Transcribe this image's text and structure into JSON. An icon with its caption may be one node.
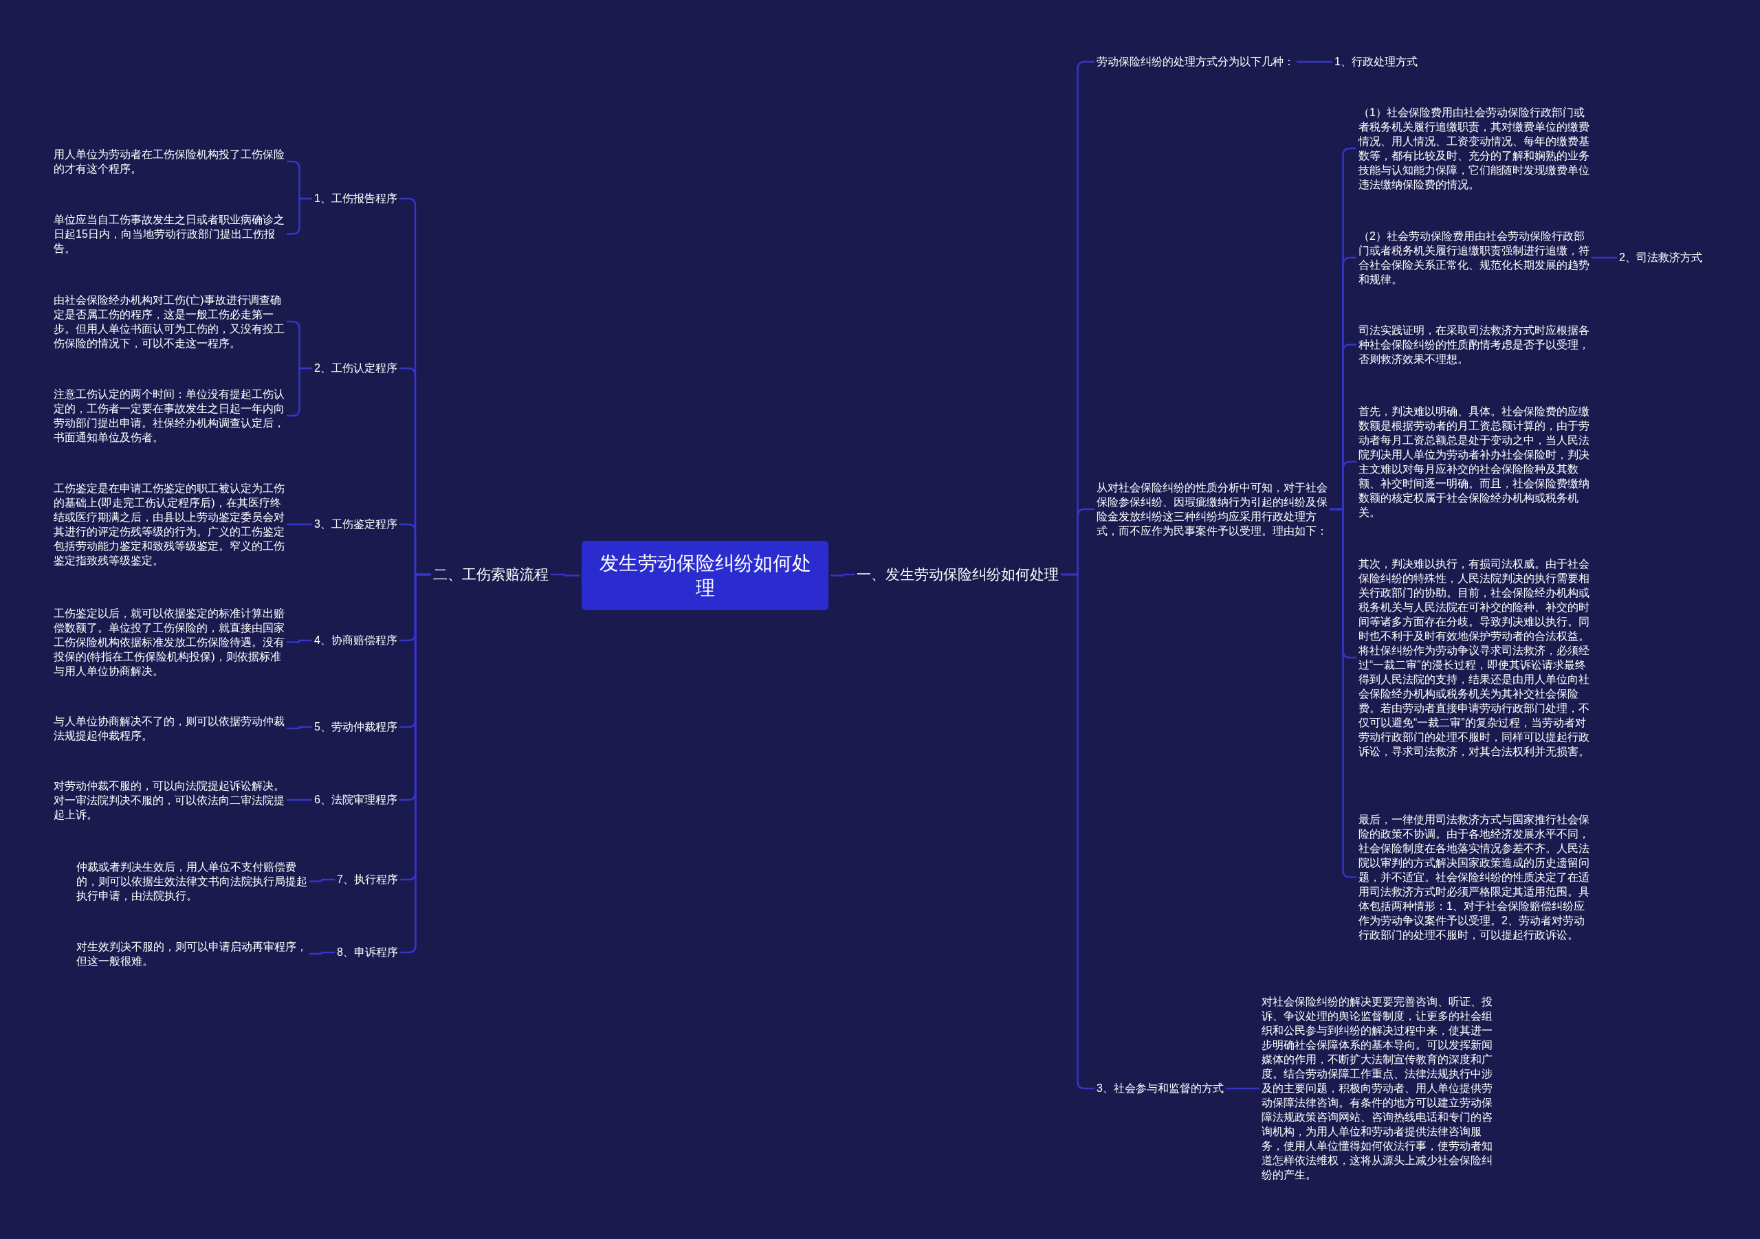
{
  "diagram": {
    "nodes": [
      {
        "text": [
          "发生劳动保险纠纷如何处理"
        ]
      },
      {
        "text": [
          "二、工伤索赔流程"
        ]
      },
      {
        "text": [
          "1、工伤报告程序"
        ]
      },
      {
        "text": [
          "用人单位为劳动者在工伤保险机构投了工伤保险的才有这个程序。"
        ]
      },
      {
        "text": [
          "单位应当自工伤事故发生之日或者职业病确诊之日起15日内，向当地劳动行政部门提出工伤报告。"
        ]
      },
      {
        "text": [
          "2、工伤认定程序"
        ]
      },
      {
        "text": [
          "由社会保险经办机构对工伤(亡)事故进行调查确定是否属工伤的程序，这是一般工伤必走第一步。但用人单位书面认可为工伤的，又没有投工伤保险的情况下，可以不走这一程序。"
        ]
      },
      {
        "text": [
          "注意工伤认定的两个时间：单位没有提起工伤认定的，工伤者一定要在事故发生之日起一年内向劳动部门提出申请。社保经办机构调查认定后，书面通知单位及伤者。"
        ]
      },
      {
        "text": [
          "3、工伤鉴定程序"
        ]
      },
      {
        "text": [
          "工伤鉴定是在申请工伤鉴定的职工被认定为工伤的基础上(即走完工伤认定程序后)，在其医疗终结或医疗期满之后，由县以上劳动鉴定委员会对其进行的评定伤残等级的行为。广义的工伤鉴定包括劳动能力鉴定和致残等级鉴定。窄义的工伤鉴定指致残等级鉴定。"
        ]
      },
      {
        "text": [
          "4、协商赔偿程序"
        ]
      },
      {
        "text": [
          "工伤鉴定以后，就可以依据鉴定的标准计算出赔偿数额了。单位投了工伤保险的，就直接由国家工伤保险机构依据标准发放工伤保险待遇。没有投保的(特指在工伤保险机构投保)，则依据标准与用人单位协商解决。"
        ]
      },
      {
        "text": [
          "5、劳动仲裁程序"
        ]
      },
      {
        "text": [
          "与人单位协商解决不了的，则可以依据劳动仲裁法规提起仲裁程序。"
        ]
      },
      {
        "text": [
          "6、法院审理程序"
        ]
      },
      {
        "text": [
          "对劳动仲裁不服的，可以向法院提起诉讼解决。对一审法院判决不服的，可以依法向二审法院提起上诉。"
        ]
      },
      {
        "text": [
          "7、执行程序"
        ]
      },
      {
        "text": [
          "仲裁或者判决生效后，用人单位不支付赔偿费的，则可以依据生效法律文书向法院执行局提起执行申请，由法院执行。"
        ]
      },
      {
        "text": [
          "8、申诉程序"
        ]
      },
      {
        "text": [
          "对生效判决不服的，则可以申请启动再审程序，但这一般很难。"
        ]
      },
      {
        "text": [
          "一、发生劳动保险纠纷如何处理"
        ]
      },
      {
        "text": [
          "劳动保险纠纷的处理方式分为以下几种："
        ]
      },
      {
        "text": [
          "1、行政处理方式"
        ]
      },
      {
        "text": [
          "从对社会保险纠纷的性质分析中可知，对于社会保险参保纠纷、因瑕疵缴纳行为引起的纠纷及保险金发放纠纷这三种纠纷均应采用行政处理方式，而不应作为民事案件予以受理。理由如下："
        ]
      },
      {
        "text": [
          "（1）社会保险费用由社会劳动保险行政部门或者税务机关履行追缴职责，其对缴费单位的缴费情况、用人情况、工资变动情况、每年的缴费基数等，都有比较及时、充分的了解和娴熟的业务技能与认知能力保障，它们能随时发现缴费单位违法缴纳保险费的情况。"
        ]
      },
      {
        "text": [
          "（2）社会劳动保险费用由社会劳动保险行政部门或者税务机关履行追缴职责强制进行追缴，符合社会保险关系正常化、规范化长期发展的趋势和规律。"
        ]
      },
      {
        "text": [
          "2、司法救济方式"
        ]
      },
      {
        "text": [
          "司法实践证明，在采取司法救济方式时应根据各种社会保险纠纷的性质酌情考虑是否予以受理，否则救济效果不理想。"
        ]
      },
      {
        "text": [
          "首先，判决难以明确、具体。社会保险费的应缴数额是根据劳动者的月工资总额计算的，由于劳动者每月工资总额总是处于变动之中，当人民法院判决用人单位为劳动者补办社会保险时，判决主文难以对每月应补交的社会保险险种及其数额、补交时间逐一明确。而且，社会保险费缴纳数额的核定权属于社会保险经办机构或税务机关。"
        ]
      },
      {
        "text": [
          "其次，判决难以执行，有损司法权威。由于社会保险纠纷的特殊性，人民法院判决的执行需要相关行政部门的协助。目前，社会保险经办机构或税务机关与人民法院在可补交的险种、补交的时间等诸多方面存在分歧。导致判决难以执行。同时也不利于及时有效地保护劳动者的合法权益。将社保纠纷作为劳动争议寻求司法救济，必须经过“一裁二审”的漫长过程，即使其诉讼请求最终得到人民法院的支持，结果还是由用人单位向社会保险经办机构或税务机关为其补交社会保险费。若由劳动者直接申请劳动行政部门处理，不仅可以避免“一裁二审”的复杂过程，当劳动者对劳动行政部门的处理不服时，同样可以提起行政诉讼，寻求司法救济，对其合法权利并无损害。"
        ]
      },
      {
        "text": [
          "最后，一律使用司法救济方式与国家推行社会保险的政策不协调。由于各地经济发展水平不同，社会保险制度在各地落实情况参差不齐。人民法院以审判的方式解决国家政策造成的历史遗留问题，并不适宜。社会保险纠纷的性质决定了在适用司法救济方式时必须严格限定其适用范围。具体包括两种情形：1、对于社会保险赔偿纠纷应作为劳动争议案件予以受理。2、劳动者对劳动行政部门的处理不服时，可以提起行政诉讼。"
        ]
      },
      {
        "text": [
          "3、社会参与和监督的方式"
        ]
      },
      {
        "text": [
          "对社会保险纠纷的解决更要完善咨询、听证、投诉、争议处理的舆论监督制度，让更多的社会组织和公民参与到纠纷的解决过程中来，使其进一步明确社会保障体系的基本导向。可以发挥新闻媒体的作用，不断扩大法制宣传教育的深度和广度。结合劳动保障工作重点、法律法规执行中涉及的主要问题，积极向劳动者、用人单位提供劳动保障法律咨询。有条件的地方可以建立劳动保障法规政策咨询网站、咨询热线电话和专门的咨询机构，为用人单位和劳动者提供法律咨询服务，使用人单位懂得如何依法行事，使劳动者知道怎样依法维权，这将从源头上减少社会保险纠纷的产生。"
        ]
      }
    ],
    "edges": [
      {
        "from": 0,
        "to": 1,
        "arrow": "none"
      },
      {
        "from": 1,
        "to": 2,
        "arrow": "none"
      },
      {
        "from": 2,
        "to": 3,
        "arrow": "none"
      },
      {
        "from": 2,
        "to": 4,
        "arrow": "none"
      },
      {
        "from": 1,
        "to": 5,
        "arrow": "none"
      },
      {
        "from": 5,
        "to": 6,
        "arrow": "none"
      },
      {
        "from": 5,
        "to": 7,
        "arrow": "none"
      },
      {
        "from": 1,
        "to": 8,
        "arrow": "none"
      },
      {
        "from": 8,
        "to": 9,
        "arrow": "none"
      },
      {
        "from": 1,
        "to": 10,
        "arrow": "none"
      },
      {
        "from": 10,
        "to": 11,
        "arrow": "none"
      },
      {
        "from": 1,
        "to": 12,
        "arrow": "none"
      },
      {
        "from": 12,
        "to": 13,
        "arrow": "none"
      },
      {
        "from": 1,
        "to": 14,
        "arrow": "none"
      },
      {
        "from": 14,
        "to": 15,
        "arrow": "none"
      },
      {
        "from": 1,
        "to": 16,
        "arrow": "none"
      },
      {
        "from": 16,
        "to": 17,
        "arrow": "none"
      },
      {
        "from": 1,
        "to": 18,
        "arrow": "none"
      },
      {
        "from": 18,
        "to": 19,
        "arrow": "none"
      },
      {
        "from": 0,
        "to": 20,
        "arrow": "none"
      },
      {
        "from": 20,
        "to": 21,
        "arrow": "none"
      },
      {
        "from": 21,
        "to": 22,
        "arrow": "none"
      },
      {
        "from": 20,
        "to": 23,
        "arrow": "none"
      },
      {
        "from": 23,
        "to": 24,
        "arrow": "none"
      },
      {
        "from": 23,
        "to": 25,
        "arrow": "none"
      },
      {
        "from": 25,
        "to": 26,
        "arrow": "none"
      },
      {
        "from": 23,
        "to": 27,
        "arrow": "none"
      },
      {
        "from": 23,
        "to": 28,
        "arrow": "none"
      },
      {
        "from": 23,
        "to": 29,
        "arrow": "none"
      },
      {
        "from": 23,
        "to": 30,
        "arrow": "none"
      },
      {
        "from": 20,
        "to": 31,
        "arrow": "none"
      },
      {
        "from": 31,
        "to": 32,
        "arrow": "none"
      }
    ]
  }
}
